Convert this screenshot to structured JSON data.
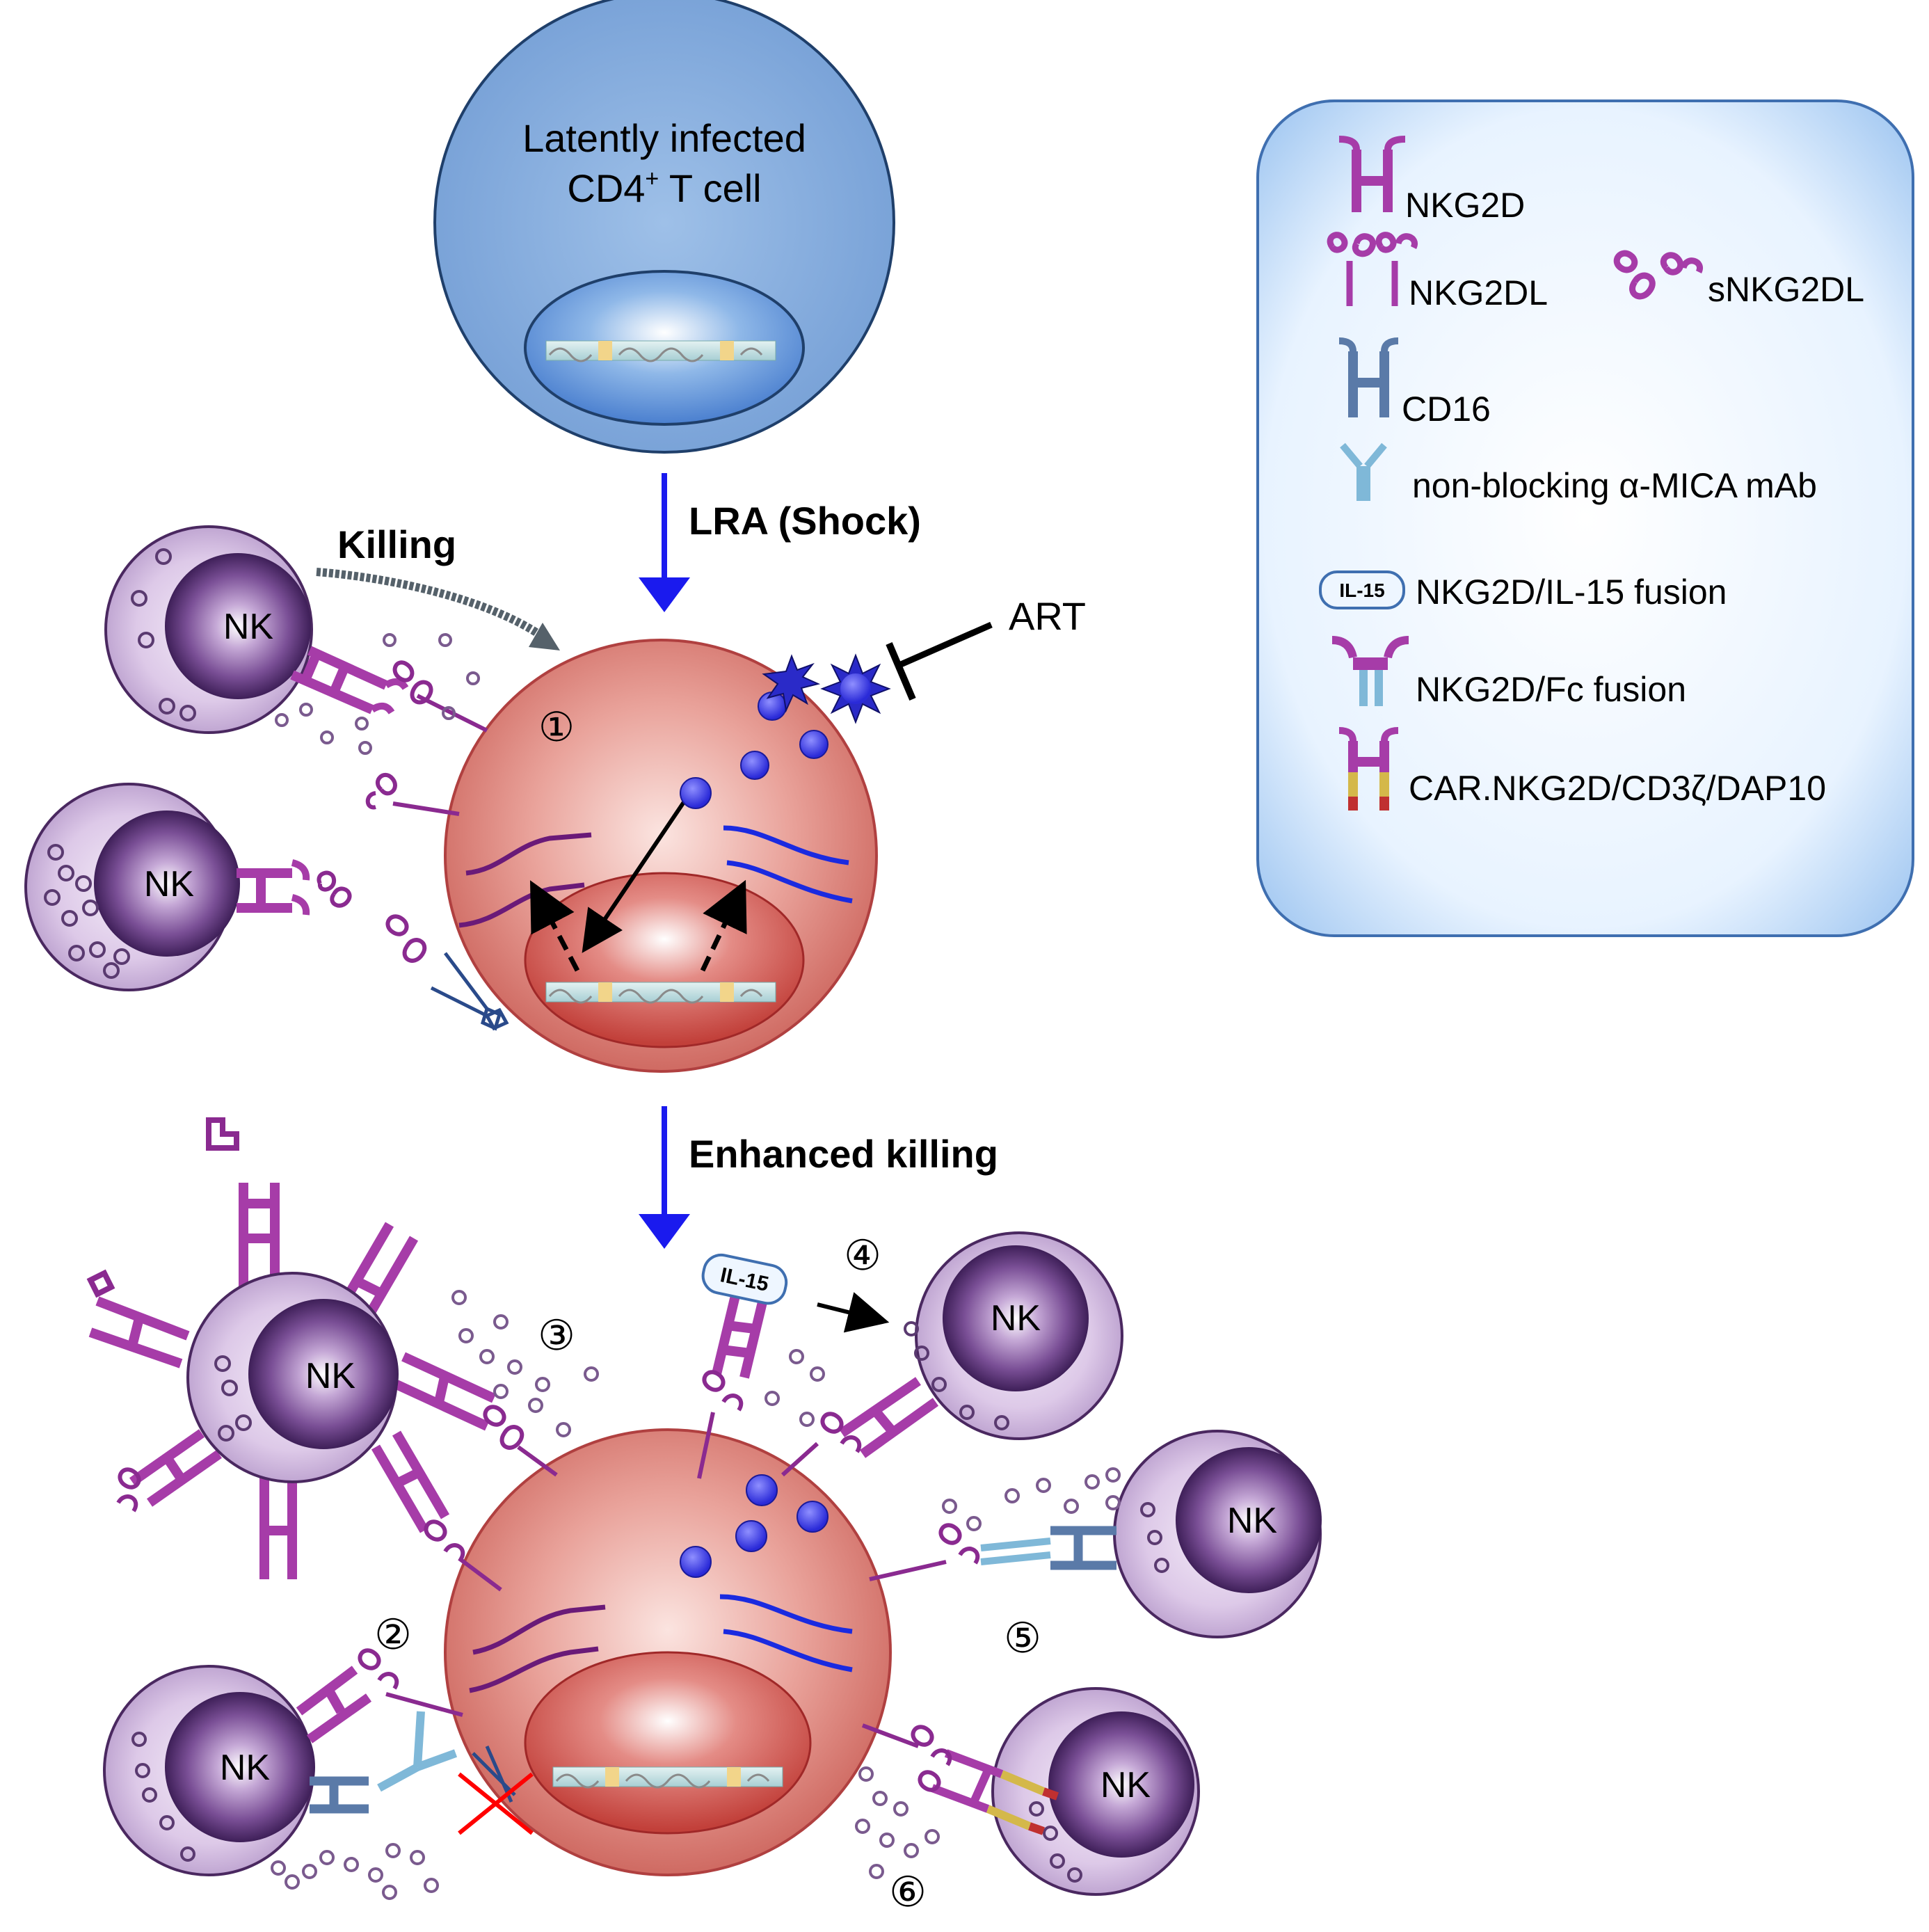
{
  "latent_cell": {
    "line1": "Latently infected",
    "line2": "CD4",
    "line2_sup": "+",
    "line2_tail": " T cell"
  },
  "steps": {
    "shock": "LRA (Shock)",
    "killing": "Killing",
    "enhanced": "Enhanced killing",
    "art": "ART"
  },
  "cell_label": "NK",
  "markers": [
    "①",
    "②",
    "③",
    "④",
    "⑤",
    "⑥"
  ],
  "il15_tag": "IL-15",
  "legend": {
    "nkg2d": "NKG2D",
    "nkg2dl": "NKG2DL",
    "snkg2dl": "sNKG2DL",
    "cd16": "CD16",
    "mab": "non-blocking α-MICA mAb",
    "il15_icon": "IL-15",
    "il15_fusion": "NKG2D/IL-15 fusion",
    "fc_fusion": "NKG2D/Fc fusion",
    "car": "CAR.NKG2D/CD3ζ/DAP10"
  },
  "colors": {
    "nkg2d": "#a63ca8",
    "cd16": "#5a7aa8",
    "mab": "#7fb8d8",
    "arrow": "#1a1aee",
    "virion": "#3b3bdf",
    "mrna_purple": "#6a1a78",
    "mrna_blue": "#1a2ae0",
    "legend_bg": "#ddeeff",
    "red_x": "#ff0000"
  }
}
